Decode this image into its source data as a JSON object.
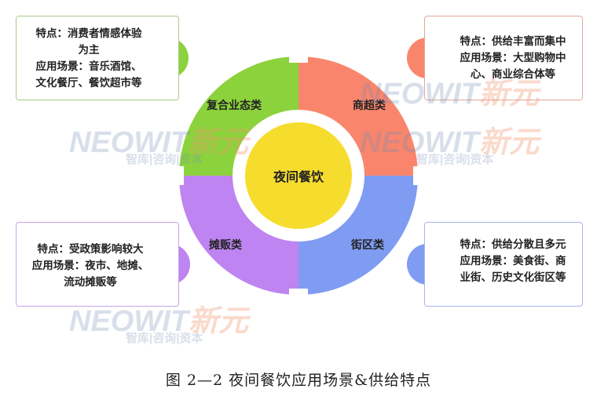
{
  "center": {
    "label": "夜间餐饮",
    "color": "#f6dc2d"
  },
  "segments": [
    {
      "label": "复合业态类",
      "color": "#8cd23c"
    },
    {
      "label": "商超类",
      "color": "#f9866c"
    },
    {
      "label": "街区类",
      "color": "#7f9cf2"
    },
    {
      "label": "摊贩类",
      "color": "#be85f2"
    }
  ],
  "boxes": {
    "top_left": [
      "特点：消费者情感体验",
      "为主",
      "应用场景：音乐酒馆、",
      "文化餐厅、餐饮超市等"
    ],
    "top_right": [
      "特点：供给丰富而集中",
      "应用场景：大型购物中",
      "心、商业综合体等"
    ],
    "bottom_left": [
      "特点：受政策影响较大",
      "应用场景：夜市、地摊、",
      "流动摊贩等"
    ],
    "bottom_right": [
      "特点：供给分散且多元",
      "应用场景：美食街、商",
      "业街、历史文化街区等"
    ]
  },
  "watermark": {
    "brand": "NEOWIT",
    "brand_cn": "新元",
    "tagline": "智库|咨询|资本"
  },
  "caption": "图 2—2 夜间餐饮应用场景&供给特点"
}
